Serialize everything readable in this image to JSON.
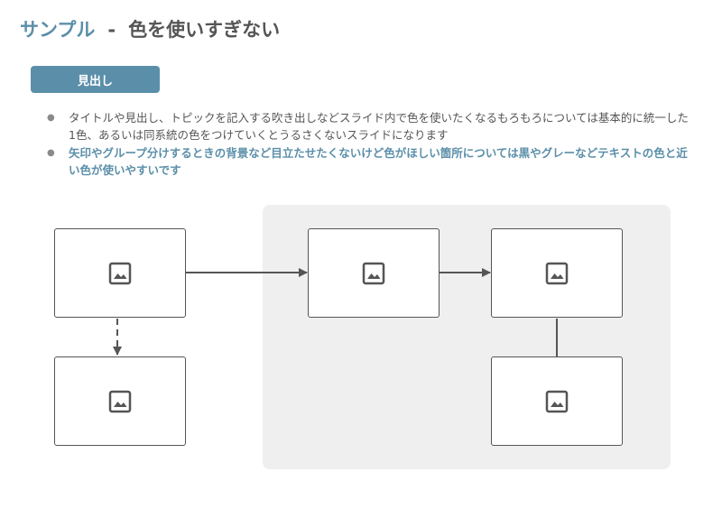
{
  "title": {
    "accent": "サンプル",
    "separator": "-",
    "main": "色を使いすぎない"
  },
  "heading_badge": "見出し",
  "bullets": [
    "タイトルや見出し、トピックを記入する吹き出しなどスライド内で色を使いたくなるもろもろについては基本的に統一した1色、あるいは同系統の色をつけていくとうるさくないスライドになります",
    "矢印やグループ分けするときの背景など目立たせたくないけど色がほしい箇所については黒やグレーなどテキストの色と近い色が使いやすいです"
  ],
  "diagram": {
    "node_icon": "image-placeholder-icon",
    "colors": {
      "accent": "#5b8fa9",
      "text": "#555555",
      "group_background": "#efefef",
      "node_border": "#555555"
    }
  }
}
